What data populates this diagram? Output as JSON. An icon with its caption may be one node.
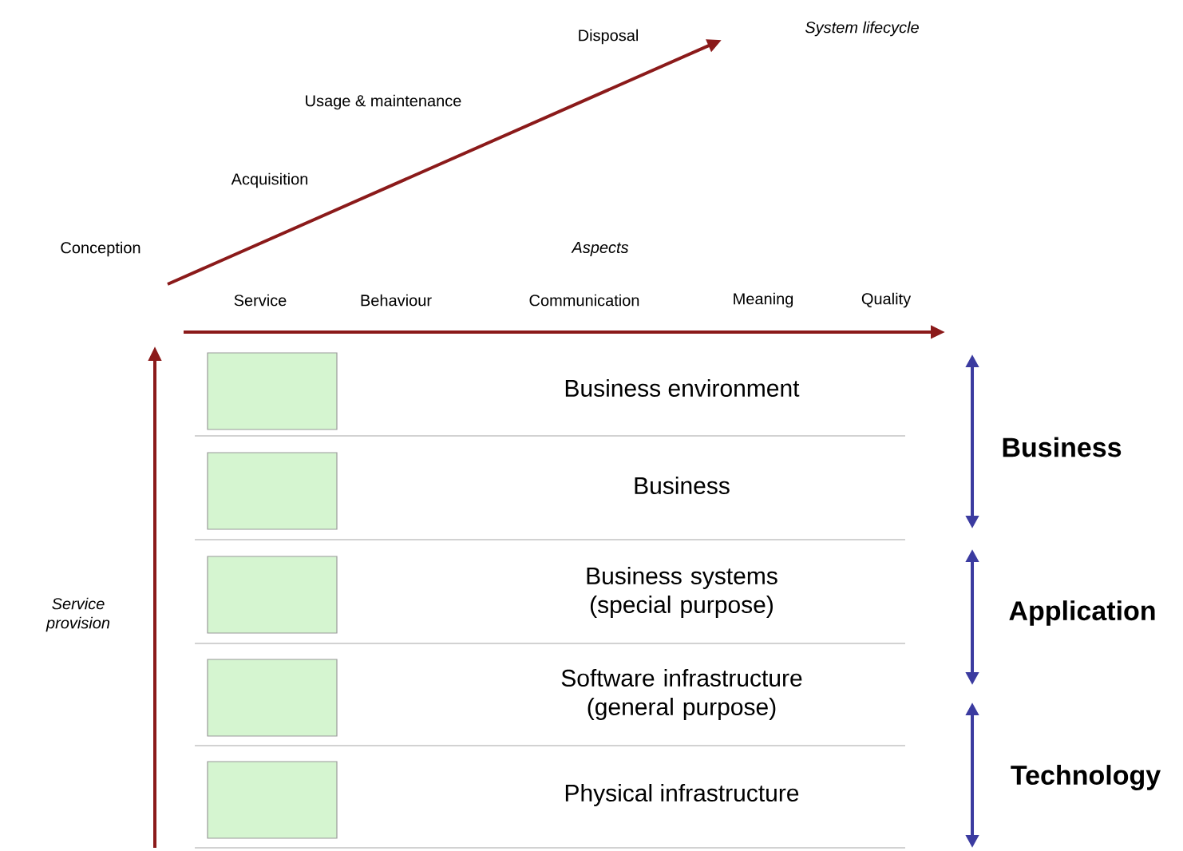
{
  "diagram": {
    "nodes": [
      {
        "text": [
          "Business environment"
        ]
      },
      {
        "text": [],
        "shape": "box"
      },
      {
        "text": [
          "Business"
        ]
      },
      {
        "text": [],
        "shape": "box"
      },
      {
        "text": [
          "Business systems (special purpose)"
        ]
      },
      {
        "text": [],
        "shape": "box"
      },
      {
        "text": [
          "Software infrastructure (general purpose)"
        ]
      },
      {
        "text": [],
        "shape": "box"
      },
      {
        "text": [
          "Physical infrastructure"
        ]
      },
      {
        "text": [],
        "shape": "box"
      }
    ],
    "labels": [
      "Disposal",
      "System lifecycle",
      "Usage & maintenance",
      "Acquisition",
      "Conception",
      "Aspects",
      "Service",
      "Behaviour",
      "Communication",
      "Meaning",
      "Quality",
      "Service provision",
      "Business",
      "Application",
      "Technology"
    ]
  }
}
